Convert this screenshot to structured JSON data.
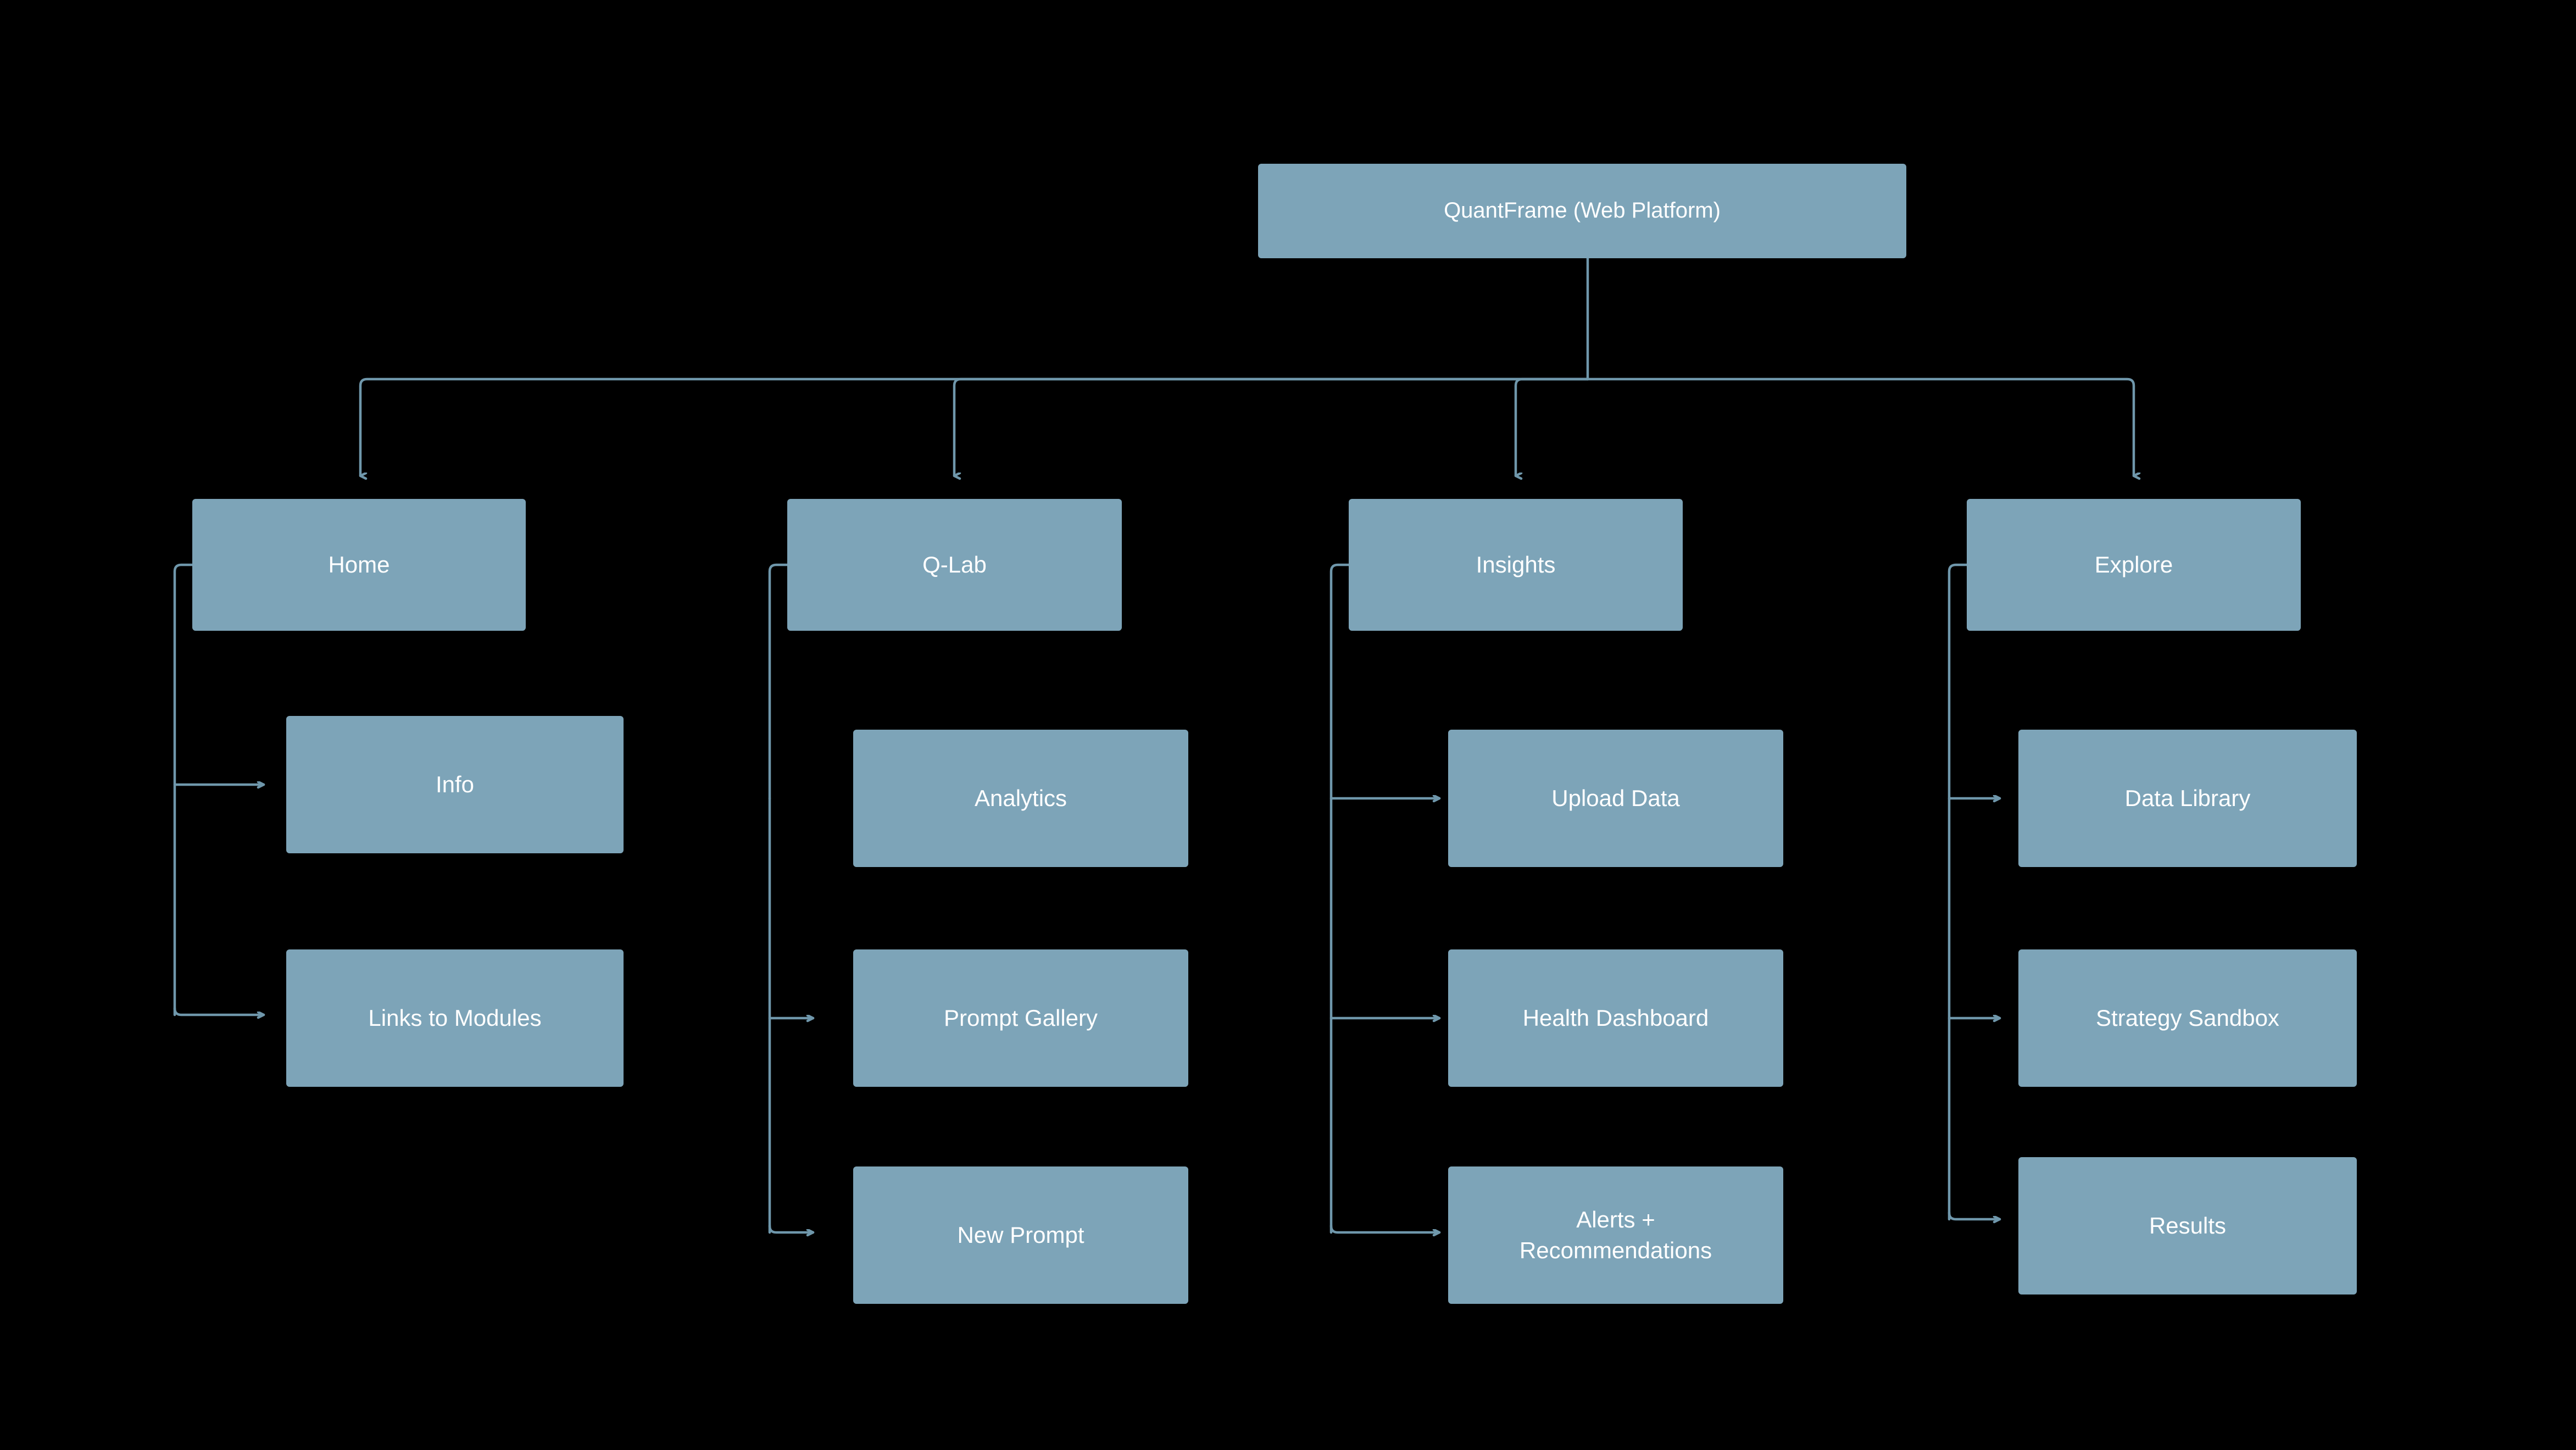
{
  "diagram": {
    "title": "QuantFrame (Web Platform) site map",
    "type": "tree",
    "background_color": "#000000",
    "node_fill_color": "#7da4b8",
    "node_text_color": "#ffffff",
    "connector_color": "#6f97ab"
  },
  "root": {
    "label": "QuantFrame (Web Platform)"
  },
  "sections": [
    {
      "label": "Home",
      "children": [
        {
          "label": "Info"
        },
        {
          "label": "Links to Modules"
        }
      ]
    },
    {
      "label": "Q-Lab",
      "children": [
        {
          "label": "Analytics"
        },
        {
          "label": "Prompt Gallery"
        },
        {
          "label": "New Prompt"
        }
      ]
    },
    {
      "label": "Insights",
      "children": [
        {
          "label": "Upload Data"
        },
        {
          "label": "Health Dashboard"
        },
        {
          "label": "Alerts +\nRecommendations"
        }
      ]
    },
    {
      "label": "Explore",
      "children": [
        {
          "label": "Data Library"
        },
        {
          "label": "Strategy Sandbox"
        },
        {
          "label": "Results"
        }
      ]
    }
  ]
}
